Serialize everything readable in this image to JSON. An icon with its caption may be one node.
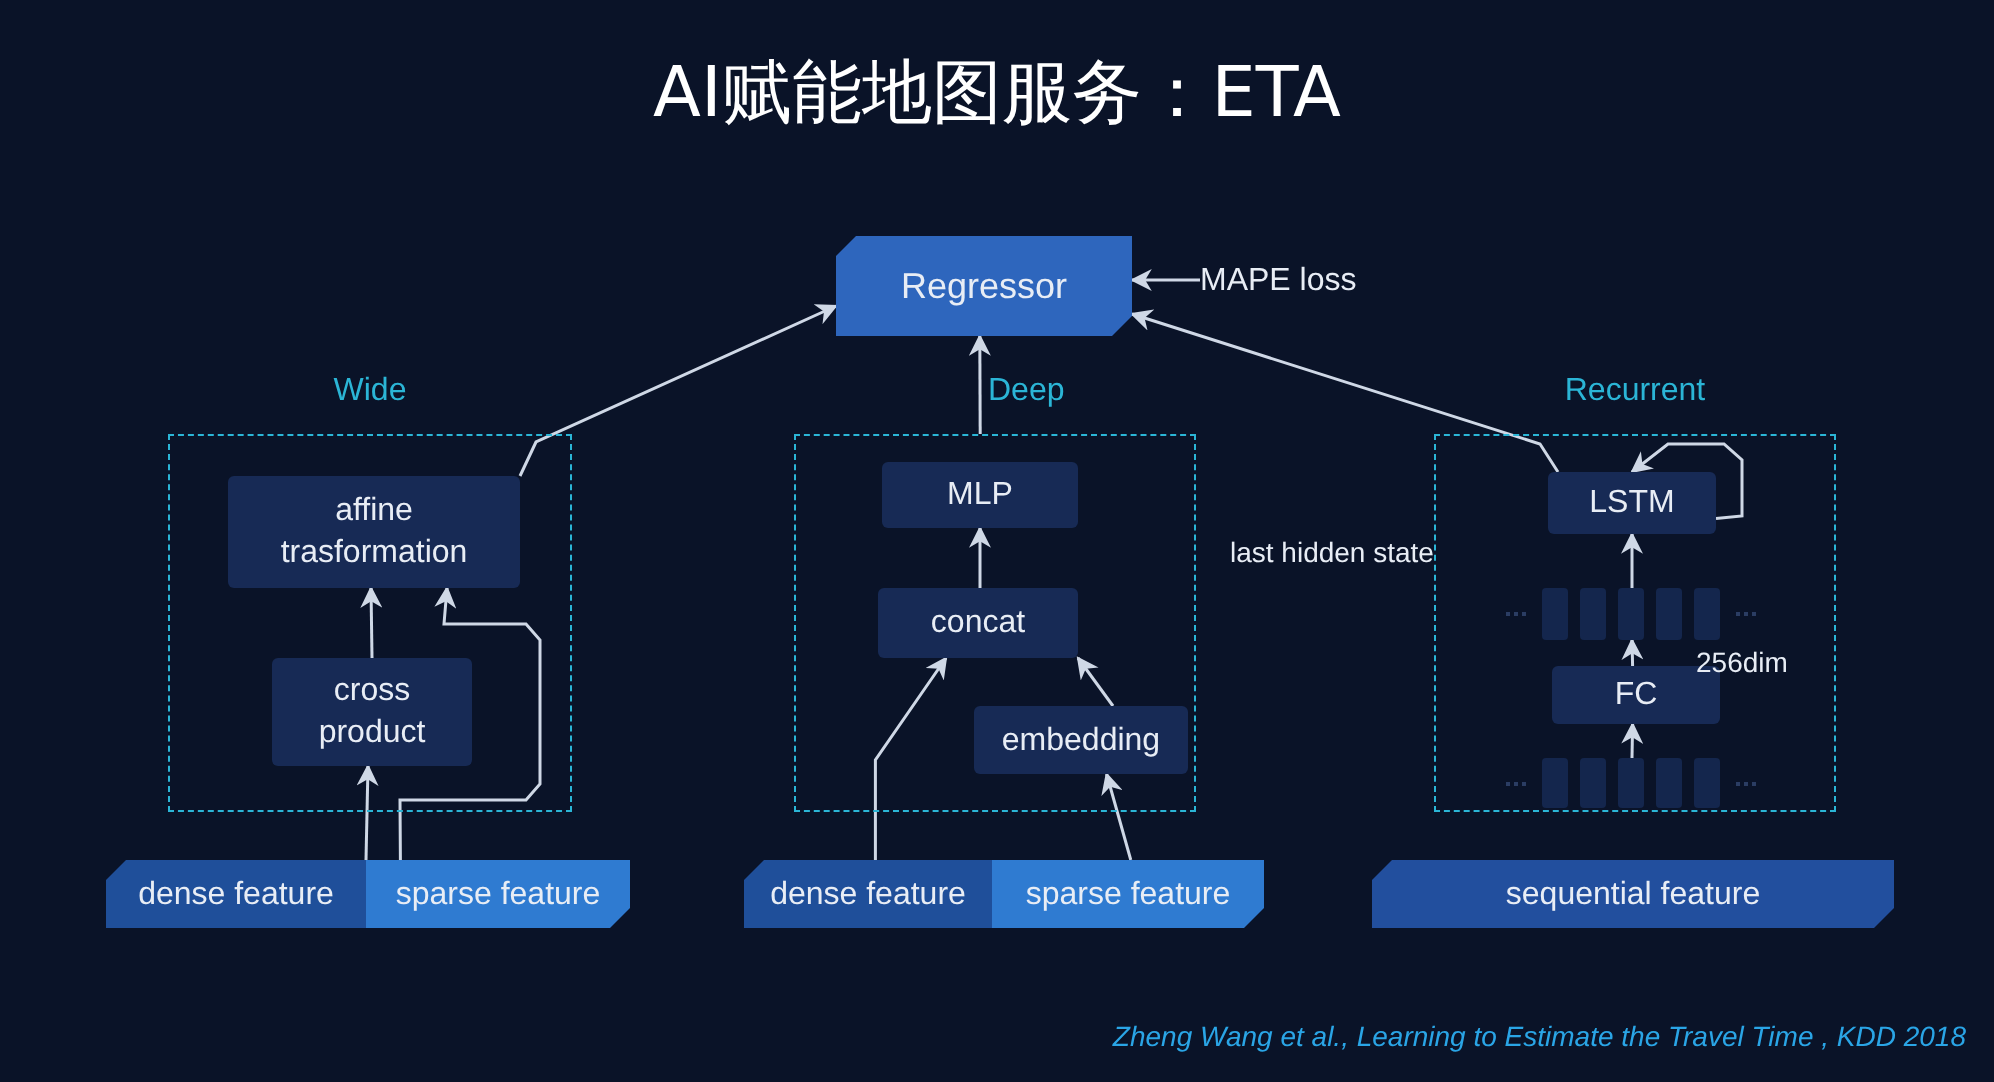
{
  "diagram": {
    "title": "AI赋能地图服务：ETA",
    "caption": "Zheng Wang et al., Learning to Estimate the Travel Time , KDD 2018",
    "nodes": [
      {
        "text": [
          "Regressor"
        ]
      },
      {
        "text": [
          "MAPE loss"
        ]
      },
      {
        "text": [
          "Wide"
        ]
      },
      {
        "text": [
          "affine trasformation"
        ],
        "in": 2
      },
      {
        "text": [
          "cross product"
        ],
        "in": 2
      },
      {
        "text": [
          "dense feature"
        ]
      },
      {
        "text": [
          "sparse feature"
        ]
      },
      {
        "text": [
          "Deep"
        ]
      },
      {
        "text": [
          "MLP"
        ],
        "in": 7
      },
      {
        "text": [
          "concat"
        ],
        "in": 7
      },
      {
        "text": [
          "embedding"
        ],
        "in": 7
      },
      {
        "text": [
          "dense feature"
        ]
      },
      {
        "text": [
          "sparse feature"
        ]
      },
      {
        "text": [
          "Recurrent"
        ]
      },
      {
        "text": [
          "LSTM"
        ],
        "in": 13
      },
      {
        "text": [],
        "shape": "bar",
        "in": 13
      },
      {
        "text": [
          "FC"
        ],
        "in": 13
      },
      {
        "text": [],
        "shape": "bar",
        "in": 13
      },
      {
        "text": [
          "sequential feature"
        ]
      }
    ],
    "edges": [
      {
        "from": 3,
        "to": 0,
        "arrow": "to"
      },
      {
        "from": 7,
        "to": 0,
        "arrow": "to"
      },
      {
        "from": 14,
        "to": 0,
        "arrow": "to"
      },
      {
        "from": 1,
        "to": 0,
        "arrow": "to"
      },
      {
        "from": 4,
        "to": 3,
        "arrow": "to"
      },
      {
        "from": 5,
        "to": 4,
        "arrow": "to"
      },
      {
        "from": 6,
        "to": 3,
        "arrow": "to"
      },
      {
        "from": 9,
        "to": 8,
        "arrow": "to"
      },
      {
        "from": 11,
        "to": 9,
        "arrow": "to"
      },
      {
        "from": 10,
        "to": 9,
        "arrow": "to"
      },
      {
        "from": 12,
        "to": 10,
        "arrow": "to"
      },
      {
        "from": 14,
        "to": 14,
        "arrow": "to"
      },
      {
        "from": 15,
        "to": 14,
        "arrow": "to"
      },
      {
        "from": 16,
        "to": 15,
        "arrow": "to"
      },
      {
        "from": 17,
        "to": 16,
        "arrow": "to"
      }
    ],
    "labels": [
      "last hidden state",
      "256dim"
    ]
  }
}
